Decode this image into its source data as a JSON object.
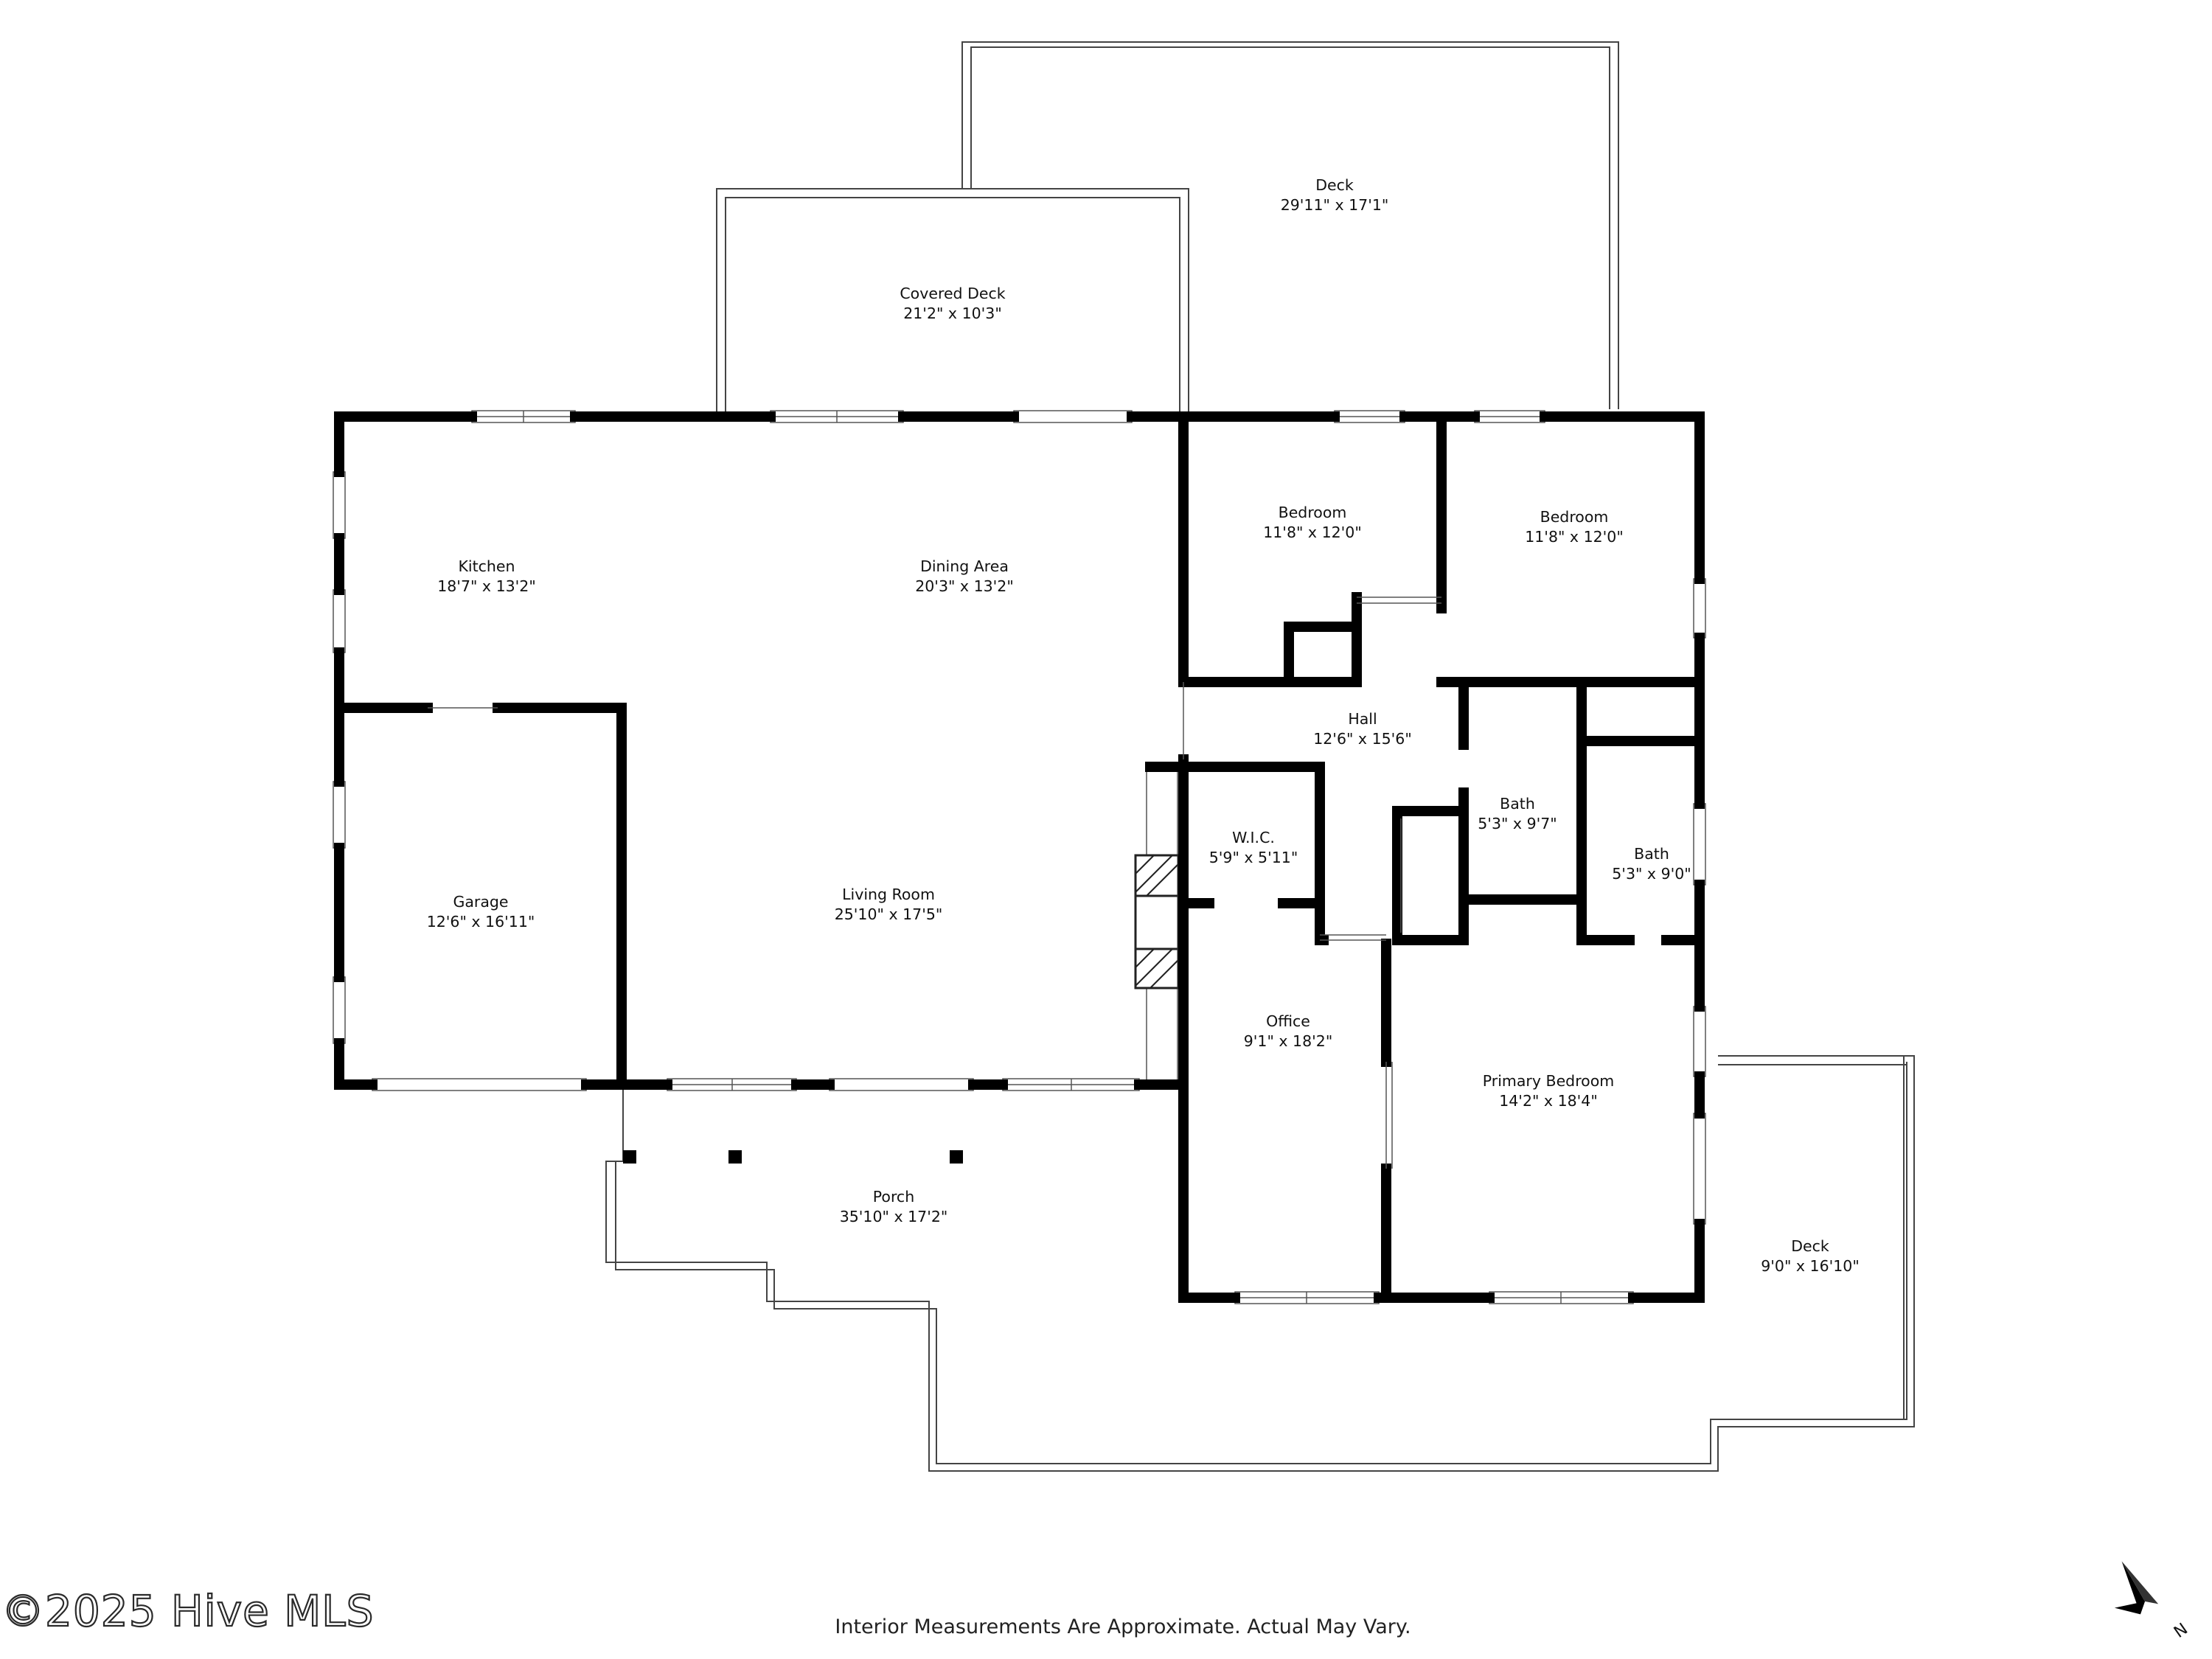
{
  "rooms": [
    {
      "key": "deck_top",
      "name": "Deck",
      "dim": "29'11\" x 17'1\""
    },
    {
      "key": "covered_deck",
      "name": "Covered Deck",
      "dim": "21'2\" x 10'3\""
    },
    {
      "key": "kitchen",
      "name": "Kitchen",
      "dim": "18'7\" x 13'2\""
    },
    {
      "key": "dining",
      "name": "Dining Area",
      "dim": "20'3\" x 13'2\""
    },
    {
      "key": "bedroom1",
      "name": "Bedroom",
      "dim": "11'8\" x 12'0\""
    },
    {
      "key": "bedroom2",
      "name": "Bedroom",
      "dim": "11'8\" x 12'0\""
    },
    {
      "key": "hall",
      "name": "Hall",
      "dim": "12'6\" x 15'6\""
    },
    {
      "key": "wic",
      "name": "W.I.C.",
      "dim": "5'9\" x 5'11\""
    },
    {
      "key": "bath1",
      "name": "Bath",
      "dim": "5'3\" x 9'7\""
    },
    {
      "key": "bath2",
      "name": "Bath",
      "dim": "5'3\" x 9'0\""
    },
    {
      "key": "garage",
      "name": "Garage",
      "dim": "12'6\" x 16'11\""
    },
    {
      "key": "living",
      "name": "Living Room",
      "dim": "25'10\" x 17'5\""
    },
    {
      "key": "office",
      "name": "Office",
      "dim": "9'1\" x 18'2\""
    },
    {
      "key": "primary",
      "name": "Primary Bedroom",
      "dim": "14'2\" x 18'4\""
    },
    {
      "key": "porch",
      "name": "Porch",
      "dim": "35'10\" x 17'2\""
    },
    {
      "key": "deck_right",
      "name": "Deck",
      "dim": "9'0\" x 16'10\""
    }
  ],
  "footer": {
    "note": "Interior Measurements Are Approximate. Actual May Vary.",
    "watermark": "©2025 Hive MLS"
  },
  "compass": {
    "label": "N"
  }
}
